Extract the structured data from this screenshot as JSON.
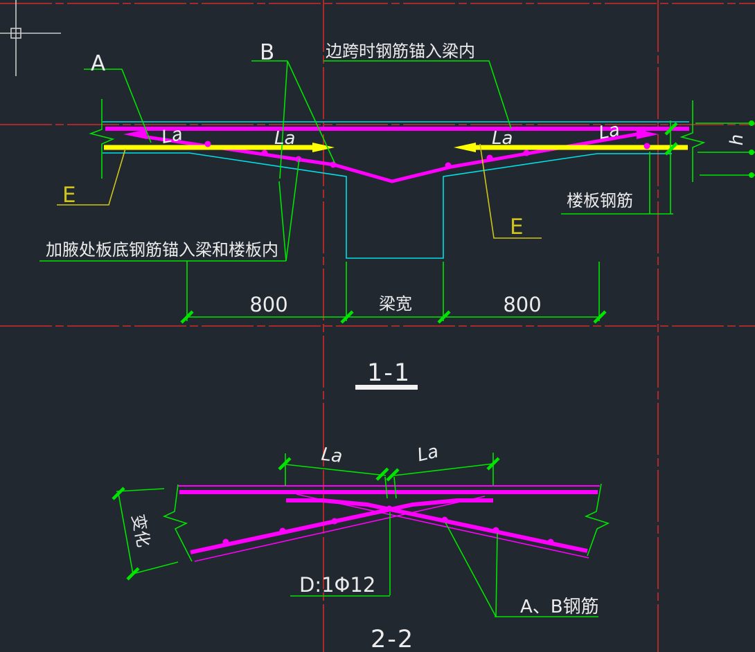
{
  "app": {
    "background": "#212830"
  },
  "palette": {
    "centerline_red": "#d02a2a",
    "dim_green": "#00e400",
    "rebar_magenta": "#ff00ff",
    "rebar_yellow": "#ffff00",
    "outline_cyan": "#00dfe4",
    "callout_yellow": "#cfc51a",
    "text_white": "#ececec",
    "cursor_gray": "#cccccc"
  },
  "section1": {
    "title": "1-1",
    "callout_a": "A",
    "callout_b": "B",
    "callout_e_left": "E",
    "callout_e_right": "E",
    "note_edge_span": "边跨时钢筋锚入梁内",
    "note_haunch": "加腋处板底钢筋锚入梁和楼板内",
    "note_slab_rebar": "楼板钢筋",
    "la_labels": [
      "La",
      "La",
      "La",
      "La"
    ],
    "dim_left_800": "800",
    "dim_beam_width": "梁宽",
    "dim_right_800": "800",
    "dim_slab_height": "h"
  },
  "section2": {
    "title": "2-2",
    "la_labels": [
      "La",
      "La"
    ],
    "dim_varies": "变化",
    "callout_d_bar": "D:1Φ12",
    "callout_ab_bars": "A、B钢筋"
  }
}
